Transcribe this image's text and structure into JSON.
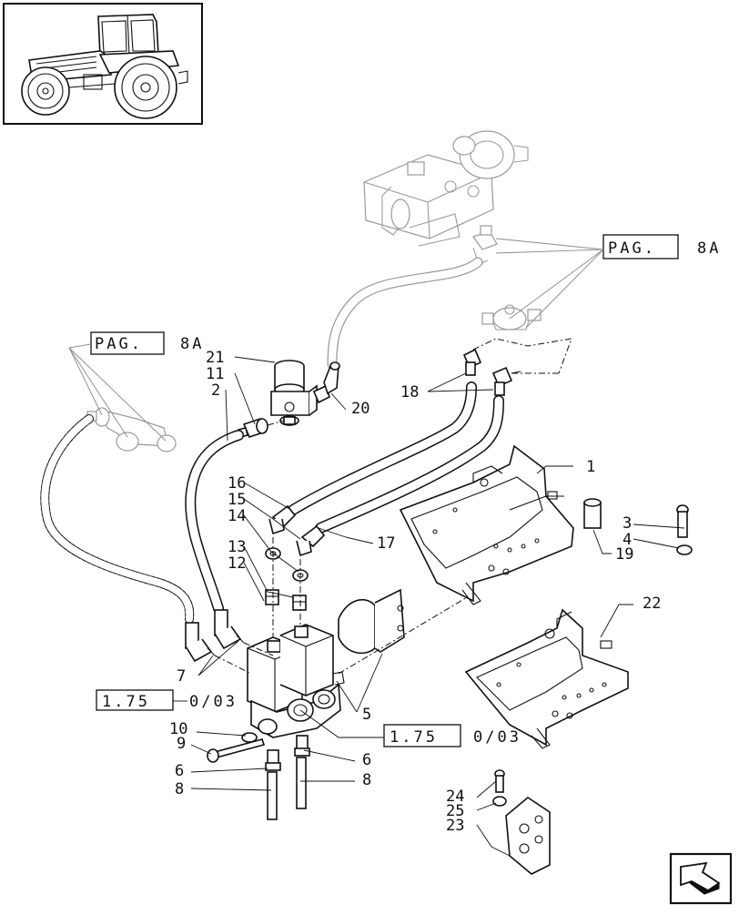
{
  "diagram": {
    "page_refs": [
      {
        "id": "ref-top-right",
        "text": "PAG. 8A",
        "box_text": "PAG.",
        "tail_text": "8A"
      },
      {
        "id": "ref-left",
        "text": "PAG. 8A",
        "box_text": "PAG.",
        "tail_text": "8A"
      },
      {
        "id": "ref-left-valve",
        "text": "1.75.0/03",
        "box_text": "1.75",
        "tail_text": "0/03"
      },
      {
        "id": "ref-bottom-valve",
        "text": "1.75.0/03",
        "box_text": "1.75",
        "tail_text": "0/03"
      }
    ],
    "part_numbers": [
      "1",
      "2",
      "3",
      "4",
      "5",
      "6",
      "6",
      "7",
      "8",
      "8",
      "9",
      "10",
      "11",
      "12",
      "13",
      "14",
      "15",
      "16",
      "17",
      "18",
      "19",
      "20",
      "21",
      "22",
      "23",
      "24",
      "25"
    ],
    "icons": {
      "thumbnail": "tractor-icon",
      "navigation": "next-page-arrow-icon"
    }
  }
}
